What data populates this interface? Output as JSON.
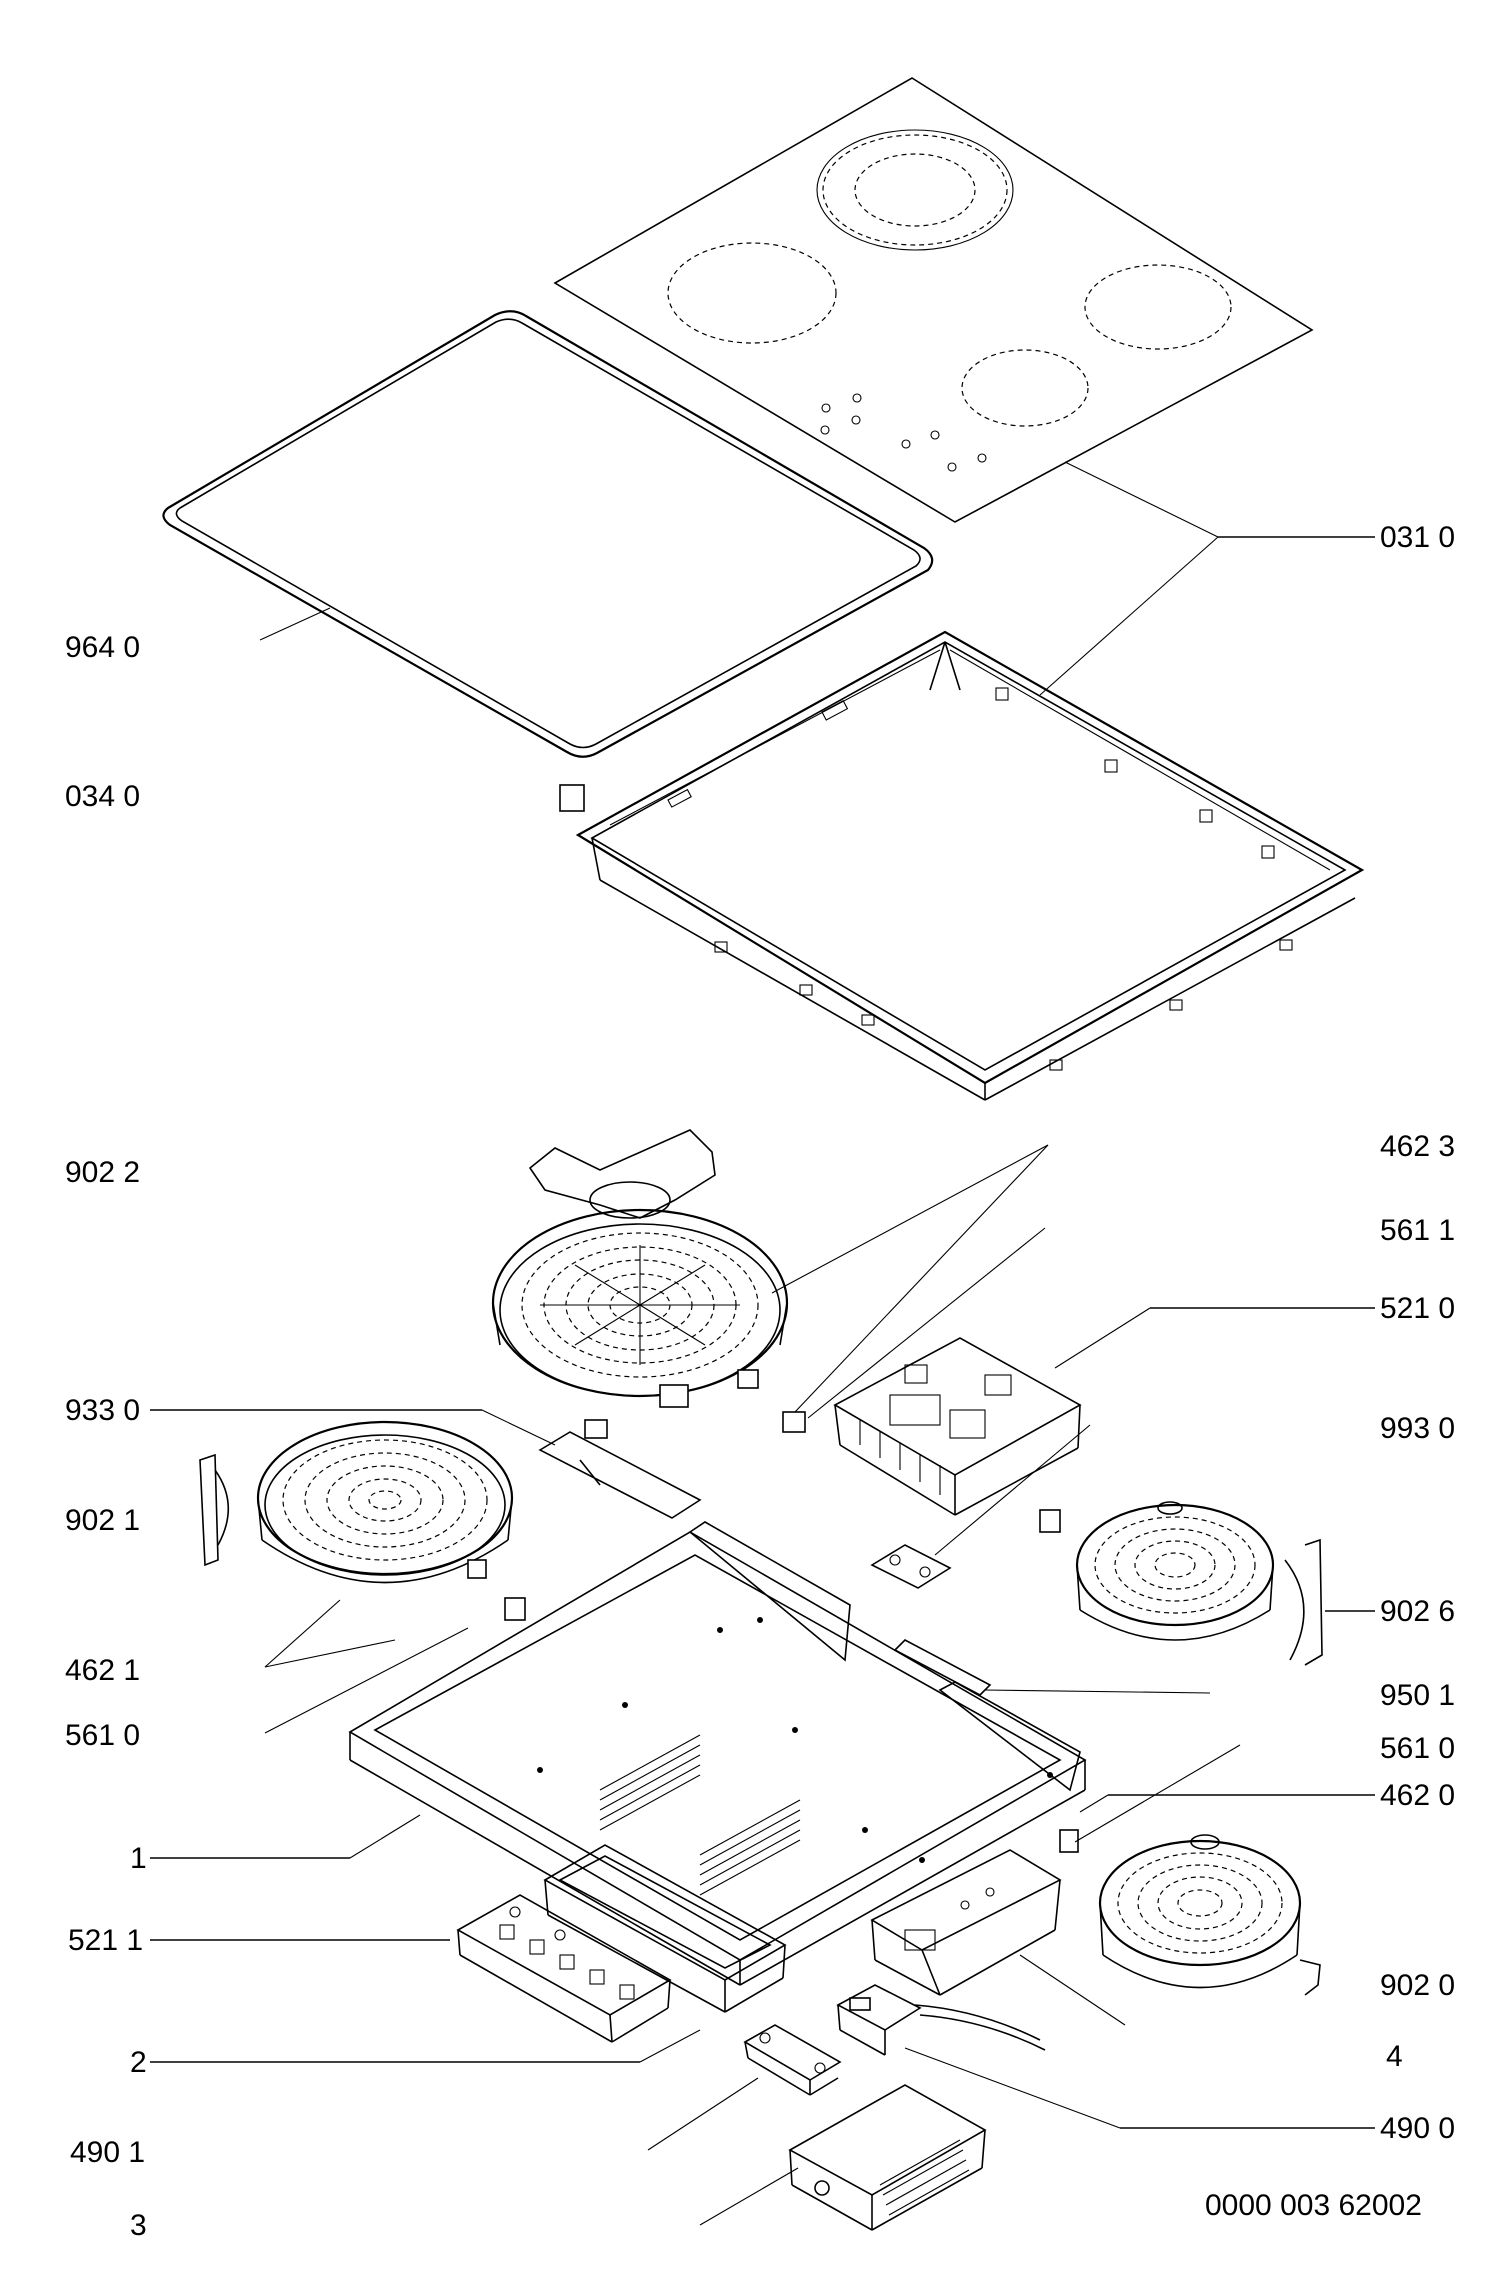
{
  "labels": {
    "l0310": "031 0",
    "l9640": "964 0",
    "l0340": "034 0",
    "l9022": "902 2",
    "l4623": "462 3",
    "l5611": "561 1",
    "l5210": "521 0",
    "l9330": "933 0",
    "l9930": "993 0",
    "l9021": "902 1",
    "l9026": "902 6",
    "l4621": "462 1",
    "l9501": "950 1",
    "l5610a": "561 0",
    "l5610b": "561 0",
    "l4620": "462 0",
    "l1": "1",
    "l5211": "521 1",
    "l9020": "902 0",
    "l2": "2",
    "l4": "4",
    "l4901": "490 1",
    "l4900": "490 0",
    "l3": "3",
    "docnum": "0000 003 62002"
  }
}
